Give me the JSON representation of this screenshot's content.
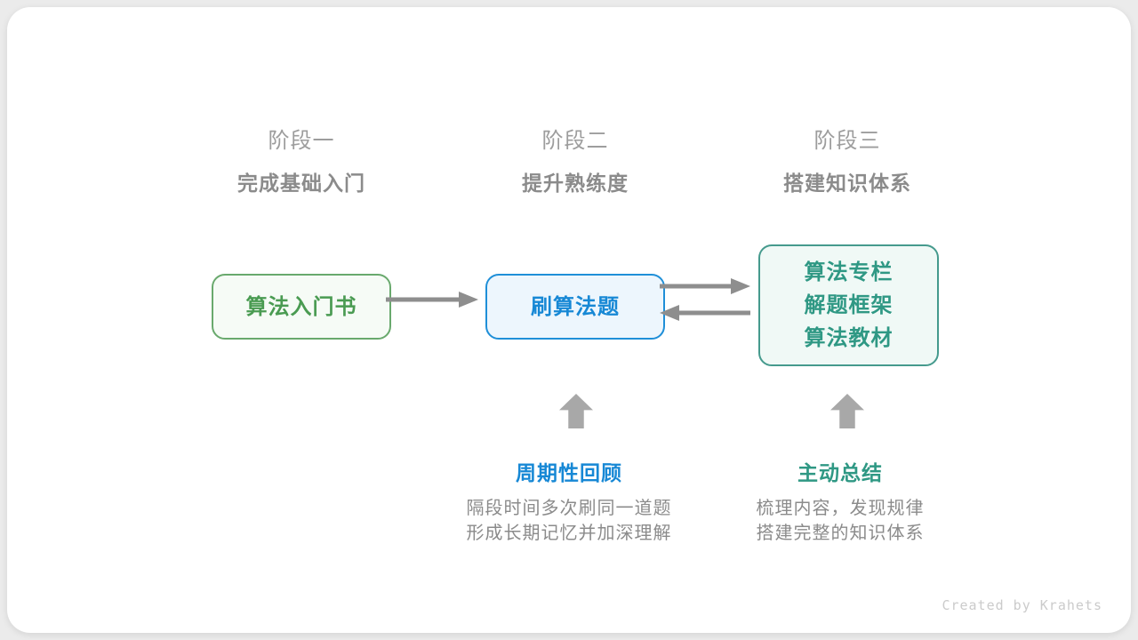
{
  "stages": [
    {
      "label": "阶段一",
      "subtitle": "完成基础入门"
    },
    {
      "label": "阶段二",
      "subtitle": "提升熟练度"
    },
    {
      "label": "阶段三",
      "subtitle": "搭建知识体系"
    }
  ],
  "boxes": [
    {
      "lines": [
        "算法入门书"
      ],
      "text_color": "#4a9b52",
      "border_color": "#69a96d",
      "fill_color": "#f6fbf6"
    },
    {
      "lines": [
        "刷算法题"
      ],
      "text_color": "#1788d5",
      "border_color": "#1f8fd8",
      "fill_color": "#edf6fd"
    },
    {
      "lines": [
        "算法专栏",
        "解题框架",
        "算法教材"
      ],
      "text_color": "#2f9884",
      "border_color": "#459a8d",
      "fill_color": "#f0f9f6"
    }
  ],
  "annotations": [
    {
      "title": "周期性回顾",
      "title_color": "#1788d5",
      "desc_lines": [
        "隔段时间多次刷同一道题",
        "形成长期记忆并加深理解"
      ]
    },
    {
      "title": "主动总结",
      "title_color": "#2f9884",
      "desc_lines": [
        "梳理内容，发现规律",
        "搭建完整的知识体系"
      ]
    }
  ],
  "footer": {
    "credit": "Created by Krahets"
  },
  "colors": {
    "page_bg": "#ebebeb",
    "card_bg": "#ffffff",
    "stage_label": "#9d9d9d",
    "stage_subtitle": "#8b8b8b",
    "flow_arrow": "#8e8e8e",
    "block_arrow": "#a8a8a8",
    "description_text": "#8b8b8b",
    "credit_text": "#cbcbcb"
  }
}
